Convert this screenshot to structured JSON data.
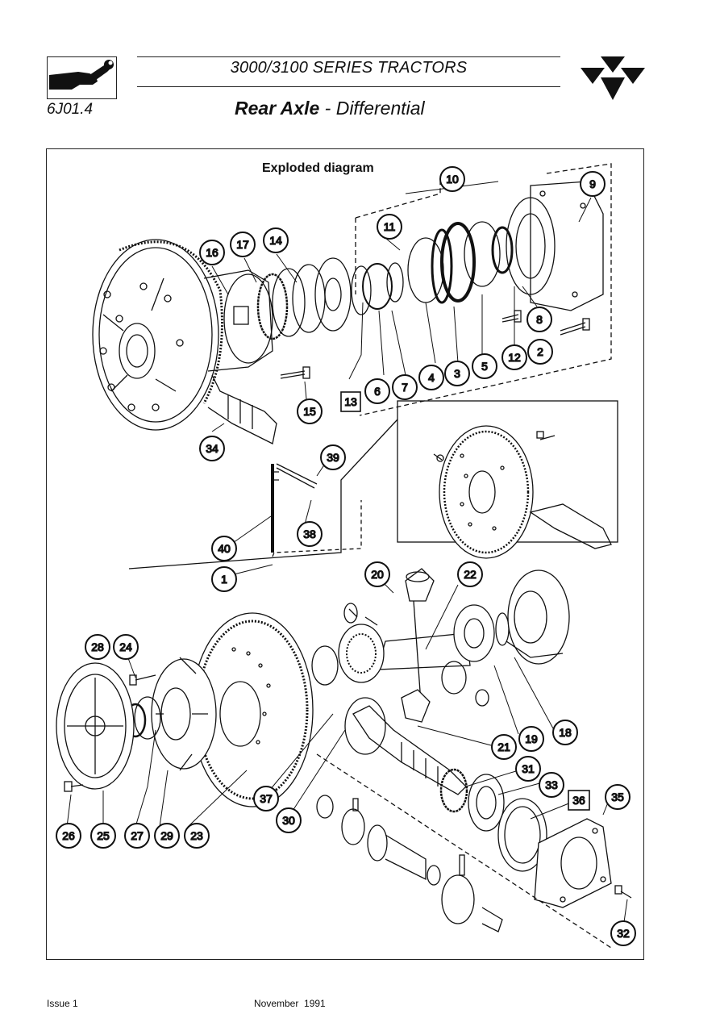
{
  "header": {
    "series_title": "3000/3100 SERIES TRACTORS",
    "doc_code": "6J01.4",
    "title_bold": "Rear Axle",
    "title_rest": " - Differential"
  },
  "diagram": {
    "heading": "Exploded diagram",
    "callouts": [
      {
        "n": "1"
      },
      {
        "n": "2"
      },
      {
        "n": "3"
      },
      {
        "n": "4"
      },
      {
        "n": "5"
      },
      {
        "n": "6"
      },
      {
        "n": "7"
      },
      {
        "n": "8"
      },
      {
        "n": "9"
      },
      {
        "n": "10"
      },
      {
        "n": "11"
      },
      {
        "n": "12"
      },
      {
        "n": "13",
        "boxed": true
      },
      {
        "n": "14"
      },
      {
        "n": "15"
      },
      {
        "n": "16"
      },
      {
        "n": "17"
      },
      {
        "n": "18"
      },
      {
        "n": "19"
      },
      {
        "n": "20"
      },
      {
        "n": "21"
      },
      {
        "n": "22"
      },
      {
        "n": "23"
      },
      {
        "n": "24"
      },
      {
        "n": "25"
      },
      {
        "n": "26"
      },
      {
        "n": "27"
      },
      {
        "n": "28"
      },
      {
        "n": "29"
      },
      {
        "n": "30"
      },
      {
        "n": "31"
      },
      {
        "n": "32"
      },
      {
        "n": "33"
      },
      {
        "n": "34"
      },
      {
        "n": "35"
      },
      {
        "n": "36",
        "boxed": true
      },
      {
        "n": "37"
      },
      {
        "n": "38"
      },
      {
        "n": "39"
      },
      {
        "n": "40"
      }
    ]
  },
  "footer": {
    "issue": "Issue 1",
    "date": "November  1991"
  }
}
